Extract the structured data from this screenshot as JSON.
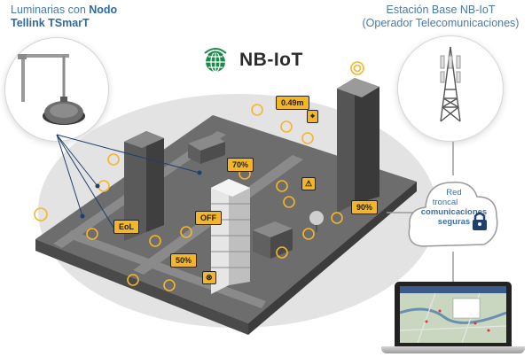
{
  "header_left": {
    "line1_prefix": "Luminarias con",
    "line1_bold": "Nodo",
    "line2": "Tellink TSmarT"
  },
  "header_right": {
    "line1": "Estación Base NB-IoT",
    "line2": "(Operador Telecomunicaciones)"
  },
  "logo": {
    "text": "NB-IoT",
    "icon": "globe-signal-icon",
    "color": "#1a8a4a"
  },
  "badges": {
    "distance": "0.49m",
    "pct70": "70%",
    "pct90": "90%",
    "pct50": "50%",
    "eol": "EoL",
    "off": "OFF"
  },
  "cloud": {
    "line1": "Red",
    "line2": "troncal",
    "line3": "comunicaciones",
    "line4": "seguras",
    "icon": "padlock-icon"
  },
  "colors": {
    "accent": "#f4b629",
    "title_blue": "#2f6aa0",
    "link_blue": "#1f3f6e"
  }
}
